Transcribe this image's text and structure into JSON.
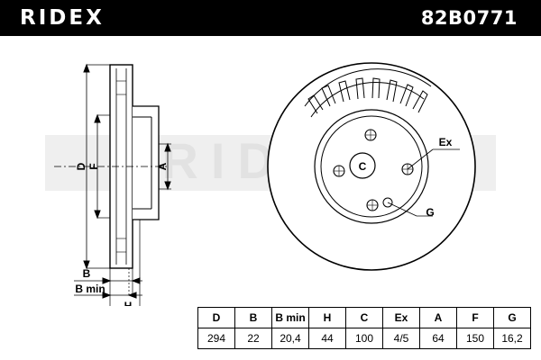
{
  "header": {
    "brand": "RIDEX",
    "part_number": "82B0771"
  },
  "watermark": {
    "text": "RIDEX"
  },
  "side_view_labels": {
    "D": "D",
    "F": "F",
    "A": "A",
    "B": "B",
    "B_min": "B min",
    "H": "H"
  },
  "front_view_labels": {
    "C": "C",
    "Ex": "Ex",
    "G": "G"
  },
  "spec_table": {
    "headers": [
      "D",
      "B",
      "B min",
      "H",
      "C",
      "Ex",
      "A",
      "F",
      "G"
    ],
    "values": [
      "294",
      "22",
      "20,4",
      "44",
      "100",
      "4/5",
      "64",
      "150",
      "16,2"
    ]
  }
}
